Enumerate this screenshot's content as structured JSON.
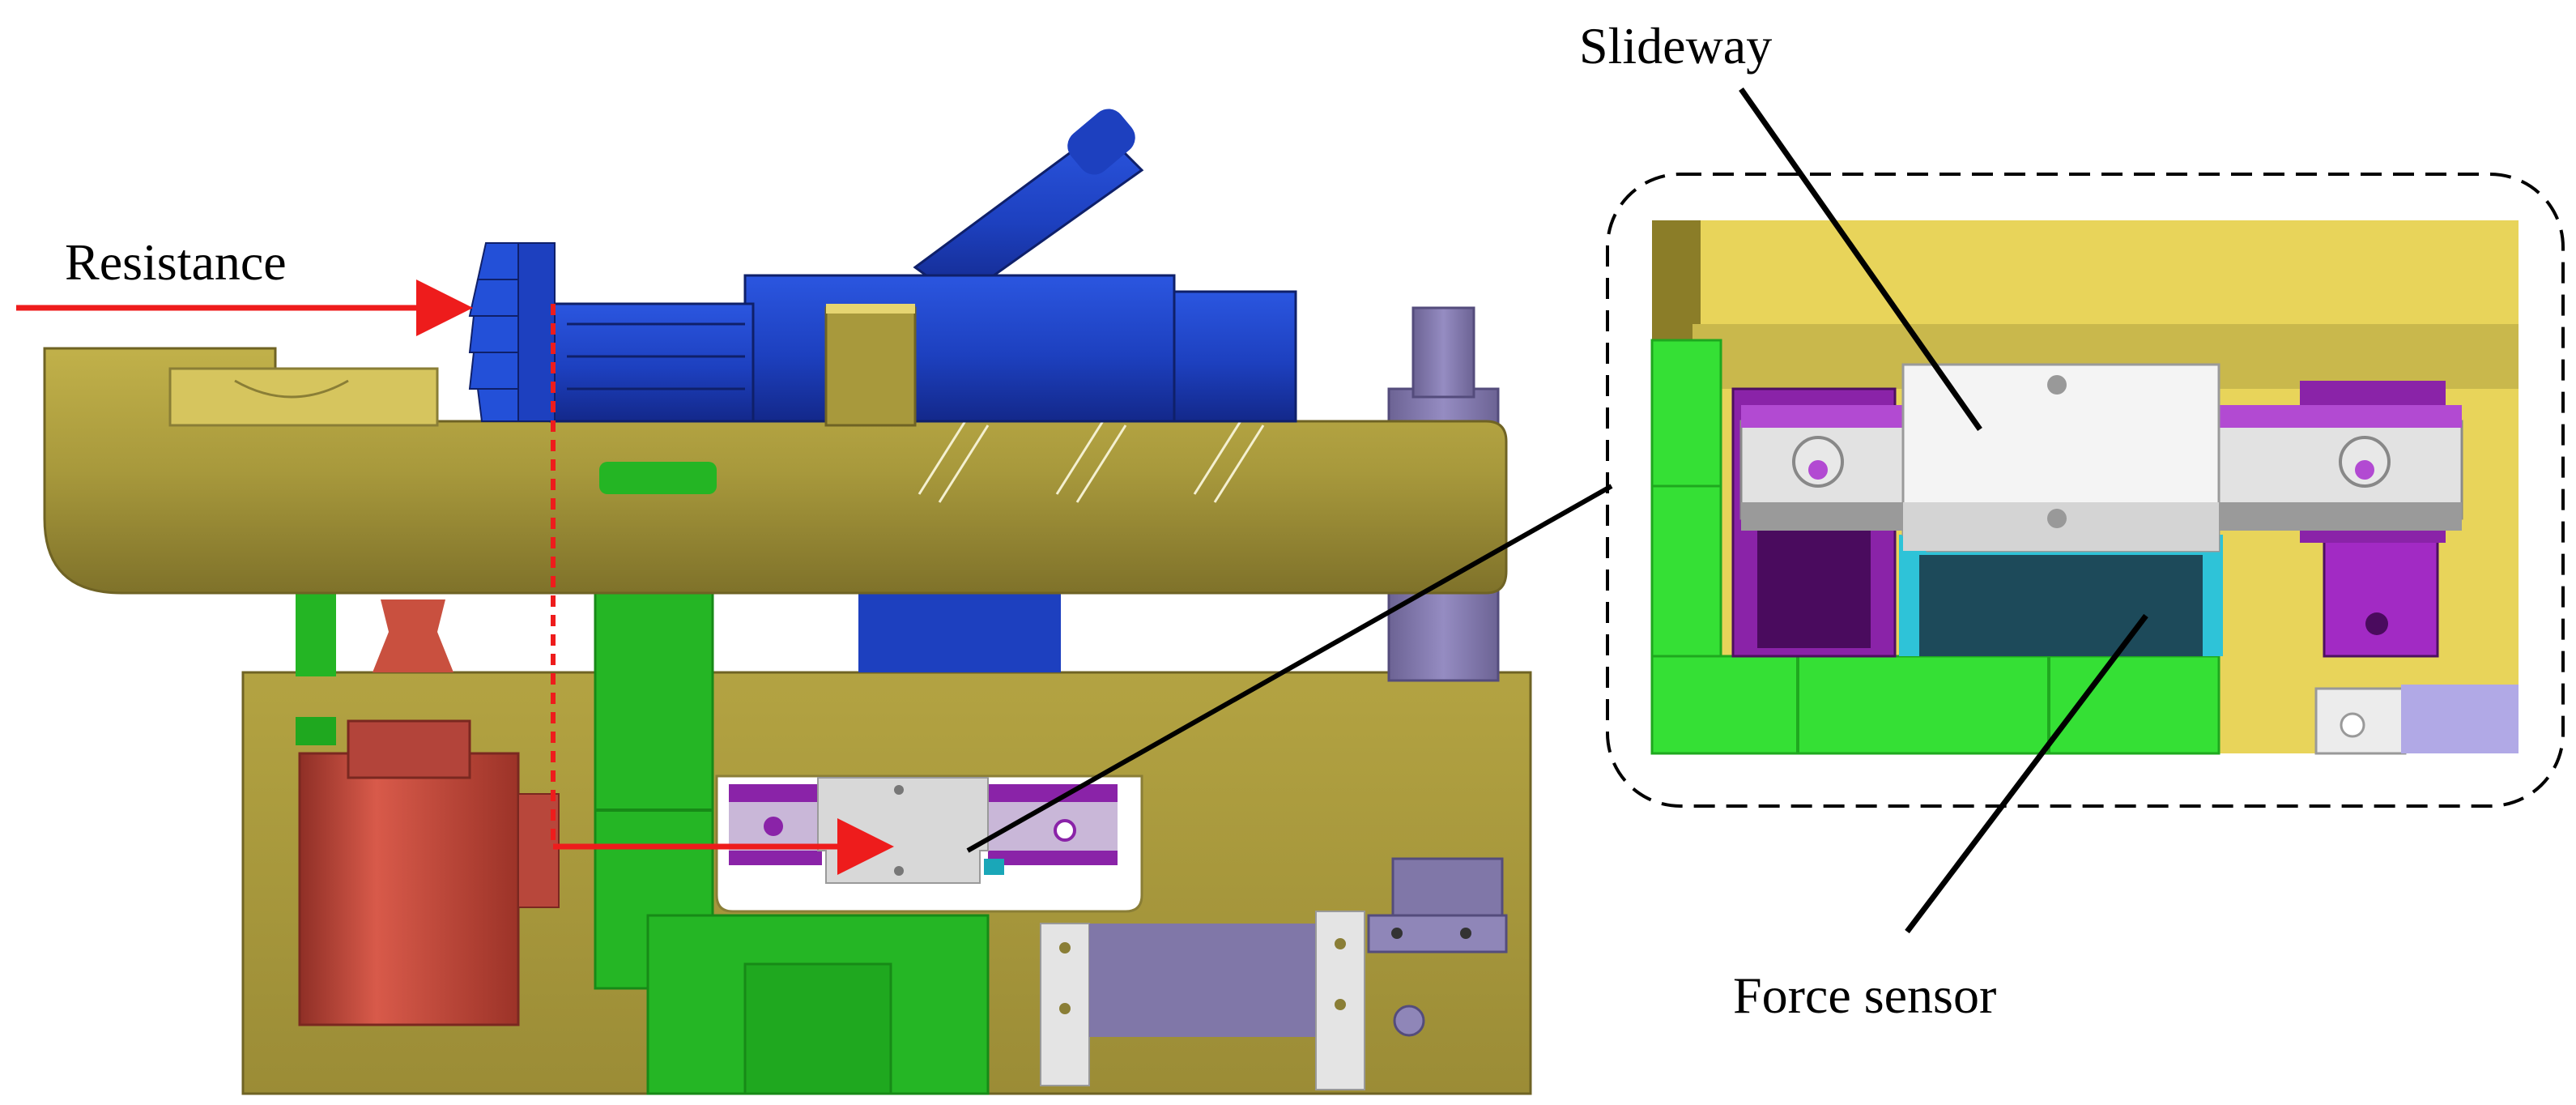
{
  "labels": {
    "resistance": "Resistance",
    "slideway": "Slideway",
    "force_sensor": "Force sensor"
  },
  "colors": {
    "yellow_plate": "#a8993c",
    "yellow_light": "#d6c55e",
    "blue_gun": "#1f44c8",
    "green_part": "#22b822",
    "red_motor": "#c0473a",
    "lavender": "#8077a8",
    "purple": "#8a23a8",
    "cyan_sensor": "#2ec3d8",
    "teal_sensor": "#1d4a5a",
    "arrow_red": "#ee1c1c"
  }
}
